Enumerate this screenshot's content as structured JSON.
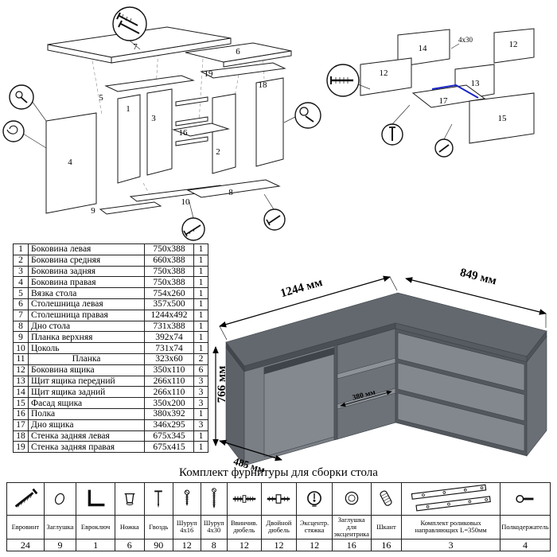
{
  "colors": {
    "groove_highlight": "#1824c8",
    "desk_gray": "#7a7f85"
  },
  "parts_table": {
    "rows": [
      {
        "num": "1",
        "name": "Боковина левая",
        "size": "750x388",
        "qty": "1"
      },
      {
        "num": "2",
        "name": "Боковина средняя",
        "size": "660x388",
        "qty": "1"
      },
      {
        "num": "3",
        "name": "Боковина задняя",
        "size": "750x388",
        "qty": "1"
      },
      {
        "num": "4",
        "name": "Боковина правая",
        "size": "750x388",
        "qty": "1"
      },
      {
        "num": "5",
        "name": "Вязка стола",
        "size": "754x260",
        "qty": "1"
      },
      {
        "num": "6",
        "name": "Столешница левая",
        "size": "357x500",
        "qty": "1"
      },
      {
        "num": "7",
        "name": "Столешница правая",
        "size": "1244x492",
        "qty": "1"
      },
      {
        "num": "8",
        "name": "Дно стола",
        "size": "731x388",
        "qty": "1"
      },
      {
        "num": "9",
        "name": "Планка верхняя",
        "size": "392x74",
        "qty": "1"
      },
      {
        "num": "10",
        "name": "Цоколь",
        "size": "731x74",
        "qty": "1"
      },
      {
        "num": "11",
        "name": "Планка",
        "size": "323x60",
        "qty": "2"
      },
      {
        "num": "12",
        "name": "Боковина ящика",
        "size": "350x110",
        "qty": "6"
      },
      {
        "num": "13",
        "name": "Щит ящика передний",
        "size": "266x110",
        "qty": "3"
      },
      {
        "num": "14",
        "name": "Щит ящика задний",
        "size": "266x110",
        "qty": "3"
      },
      {
        "num": "15",
        "name": "Фасад ящика",
        "size": "350x200",
        "qty": "3"
      },
      {
        "num": "16",
        "name": "Полка",
        "size": "380x392",
        "qty": "1"
      },
      {
        "num": "17",
        "name": "Дно ящика",
        "size": "346x295",
        "qty": "3"
      },
      {
        "num": "18",
        "name": "Стенка задняя левая",
        "size": "675x345",
        "qty": "1"
      },
      {
        "num": "19",
        "name": "Стенка задняя правая",
        "size": "675x415",
        "qty": "1"
      }
    ]
  },
  "desk_dimensions": {
    "width": "1244 мм",
    "depth": "849 мм",
    "height": "766 мм",
    "shelf_depth": "380 мм",
    "left_depth": "485 мм"
  },
  "diagram_left": {
    "labels": {
      "p1": "1",
      "p2": "2",
      "p3": "3",
      "p4": "4",
      "p5": "5",
      "p6": "6",
      "p7": "7",
      "p8": "8",
      "p9": "9",
      "p10": "10",
      "p16": "16",
      "p18": "18",
      "p19": "19"
    }
  },
  "diagram_right": {
    "labels": {
      "p12a": "12",
      "p12b": "12",
      "p13": "13",
      "p14": "14",
      "p15": "15",
      "p17": "17"
    },
    "screw_note": "4x30"
  },
  "hardware": {
    "title": "Комплект фурнитуры для сборки стола",
    "items": [
      {
        "name": "Евровинт",
        "qty": "24",
        "icon": "euroscrew-icon"
      },
      {
        "name": "Заглушка",
        "qty": "9",
        "icon": "cap-icon"
      },
      {
        "name": "Евроключ",
        "qty": "1",
        "icon": "hexkey-icon"
      },
      {
        "name": "Ножка",
        "qty": "6",
        "icon": "leg-icon"
      },
      {
        "name": "Гвоздь",
        "qty": "90",
        "icon": "nail-icon"
      },
      {
        "name": "Шуруп 4x16",
        "qty": "12",
        "icon": "screw-icon"
      },
      {
        "name": "Шуруп 4x30",
        "qty": "8",
        "icon": "screw-icon"
      },
      {
        "name": "Ввинчив. дюбель",
        "qty": "12",
        "icon": "dowel-screw-icon"
      },
      {
        "name": "Двойной дюбель",
        "qty": "12",
        "icon": "double-dowel-icon"
      },
      {
        "name": "Эксцентр. стяжка",
        "qty": "12",
        "icon": "cam-icon"
      },
      {
        "name": "Заглушка для эксцентрика",
        "qty": "16",
        "icon": "cam-cap-icon"
      },
      {
        "name": "Шкант",
        "qty": "16",
        "icon": "wood-dowel-icon"
      },
      {
        "name": "Комплект роликовых направляющих L=350мм",
        "qty": "3",
        "icon": "roller-rail-icon"
      },
      {
        "name": "Полкодержатель",
        "qty": "4",
        "icon": "shelf-pin-icon"
      }
    ]
  }
}
